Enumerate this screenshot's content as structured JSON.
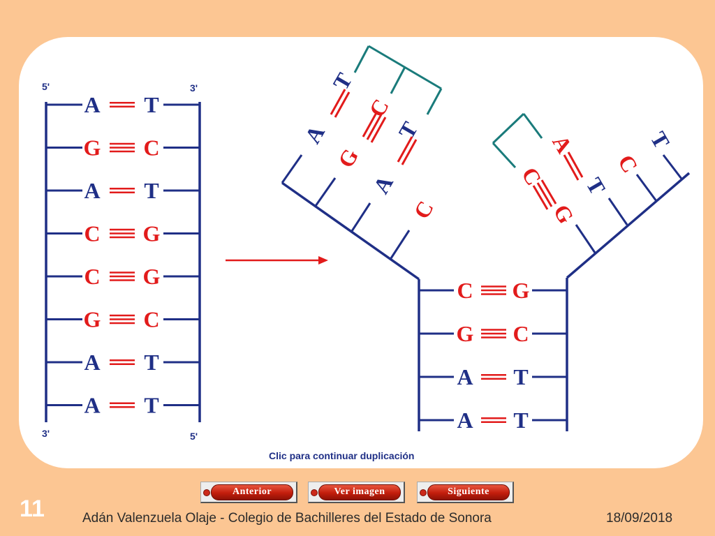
{
  "diagram": {
    "labels": {
      "five_prime": "5'",
      "three_prime": "3'"
    },
    "left_pairs": [
      {
        "left": "A",
        "right": "T",
        "bonds": 2
      },
      {
        "left": "G",
        "right": "C",
        "bonds": 3
      },
      {
        "left": "A",
        "right": "T",
        "bonds": 2
      },
      {
        "left": "C",
        "right": "G",
        "bonds": 3
      },
      {
        "left": "C",
        "right": "G",
        "bonds": 3
      },
      {
        "left": "G",
        "right": "C",
        "bonds": 3
      },
      {
        "left": "A",
        "right": "T",
        "bonds": 2
      },
      {
        "left": "A",
        "right": "T",
        "bonds": 2
      }
    ],
    "fork_stem_pairs": [
      {
        "left": "C",
        "right": "G",
        "bonds": 3
      },
      {
        "left": "G",
        "right": "C",
        "bonds": 3
      },
      {
        "left": "A",
        "right": "T",
        "bonds": 2
      },
      {
        "left": "A",
        "right": "T",
        "bonds": 2
      }
    ],
    "left_arm_bases": {
      "new_strand": [
        "T",
        "C",
        "T"
      ],
      "template": [
        "A",
        "G",
        "A",
        "C"
      ]
    },
    "right_arm_bases": {
      "new_strand": [
        "A",
        "C"
      ],
      "template": [
        "T",
        "C",
        "T",
        "G"
      ]
    },
    "caption": "Clic para continuar duplicación",
    "colors": {
      "strand": "#1f2f86",
      "new_strand": "#1a7b7b",
      "base_red": "#e21b1b",
      "base_blue": "#1f2f86"
    }
  },
  "navigation": {
    "prev_label": "Anterior",
    "view_label": "Ver imagen",
    "next_label": "Siguiente"
  },
  "footer": {
    "slide_number": "11",
    "author": "Adán Valenzuela Olaje - Colegio de Bachilleres del Estado de Sonora",
    "date": "18/09/2018"
  }
}
